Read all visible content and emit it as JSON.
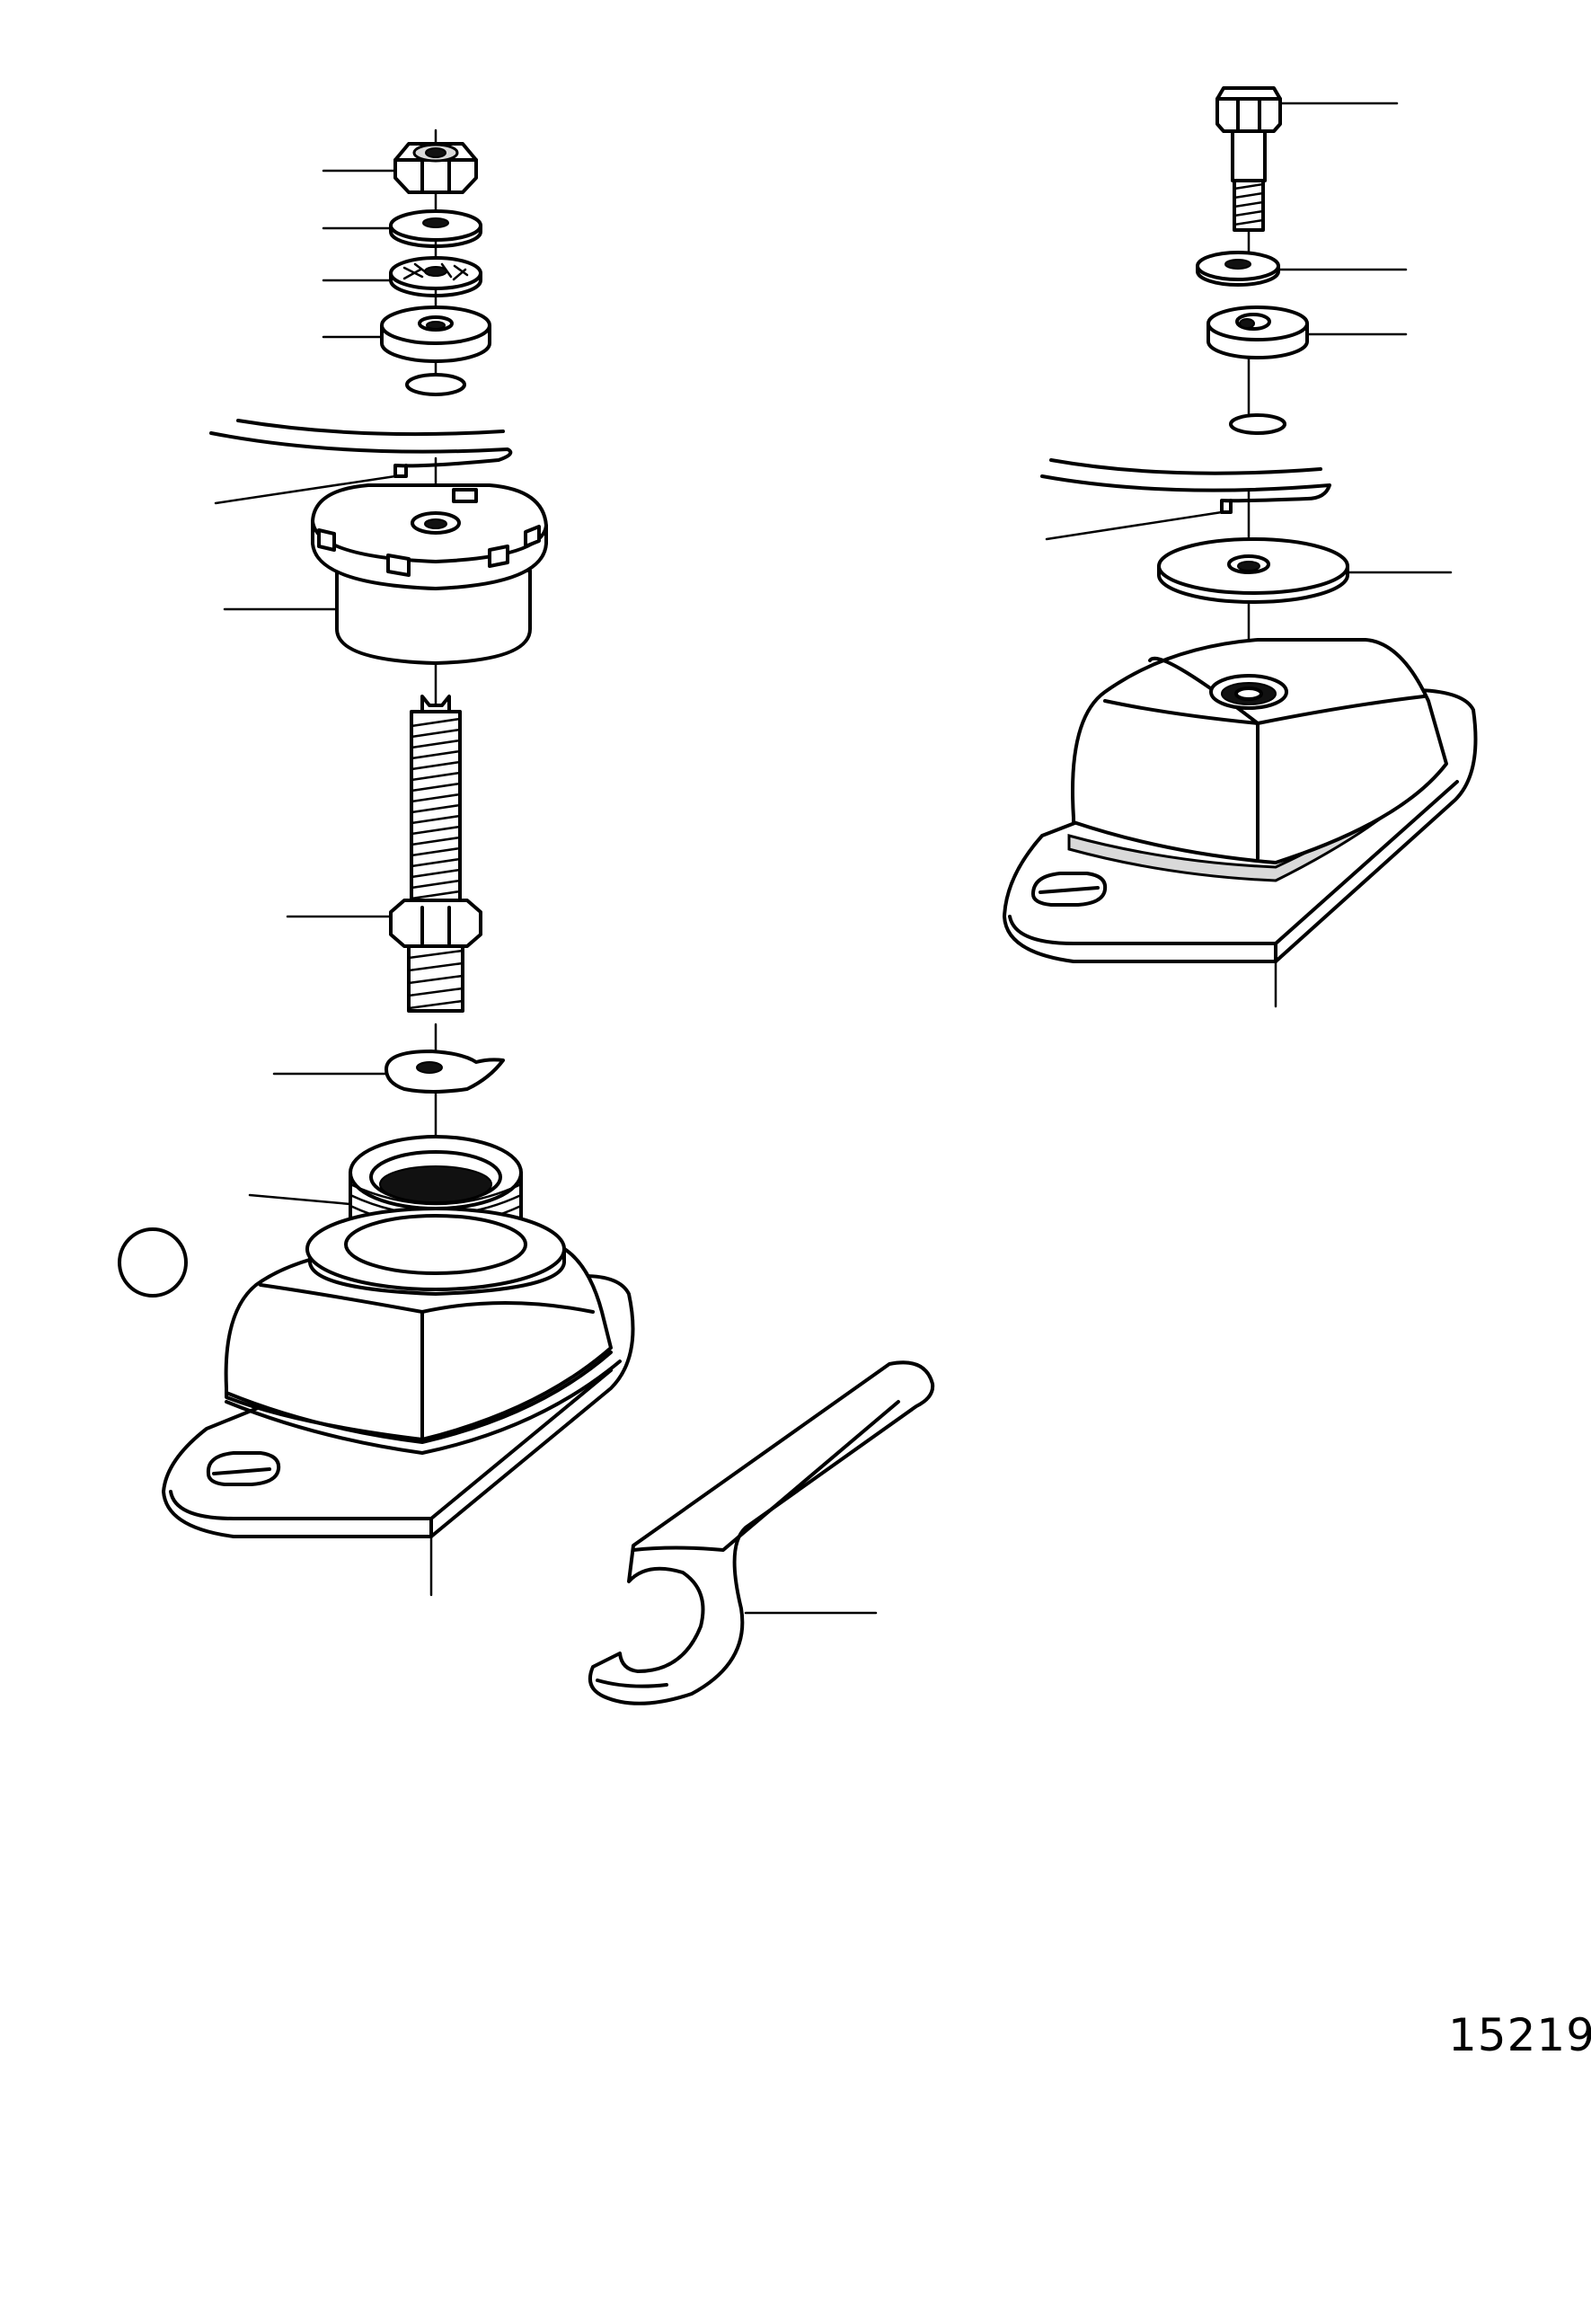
{
  "figure": {
    "number": "15219"
  },
  "parts": [
    {
      "name": "lock-nut"
    },
    {
      "name": "flat-washer"
    },
    {
      "name": "serrated-lock-washer"
    },
    {
      "name": "thick-washer"
    },
    {
      "name": "engine-bracket"
    },
    {
      "name": "adjusting-cap"
    },
    {
      "name": "threaded-stud"
    },
    {
      "name": "tab-washer"
    },
    {
      "name": "threaded-sleeve"
    },
    {
      "name": "flexible-mount"
    },
    {
      "name": "spanner-wrench"
    },
    {
      "name": "hex-bolt"
    },
    {
      "name": "spring-washer"
    },
    {
      "name": "spacer-washer"
    },
    {
      "name": "large-flat-washer"
    },
    {
      "name": "flexible-mount-alt"
    }
  ]
}
